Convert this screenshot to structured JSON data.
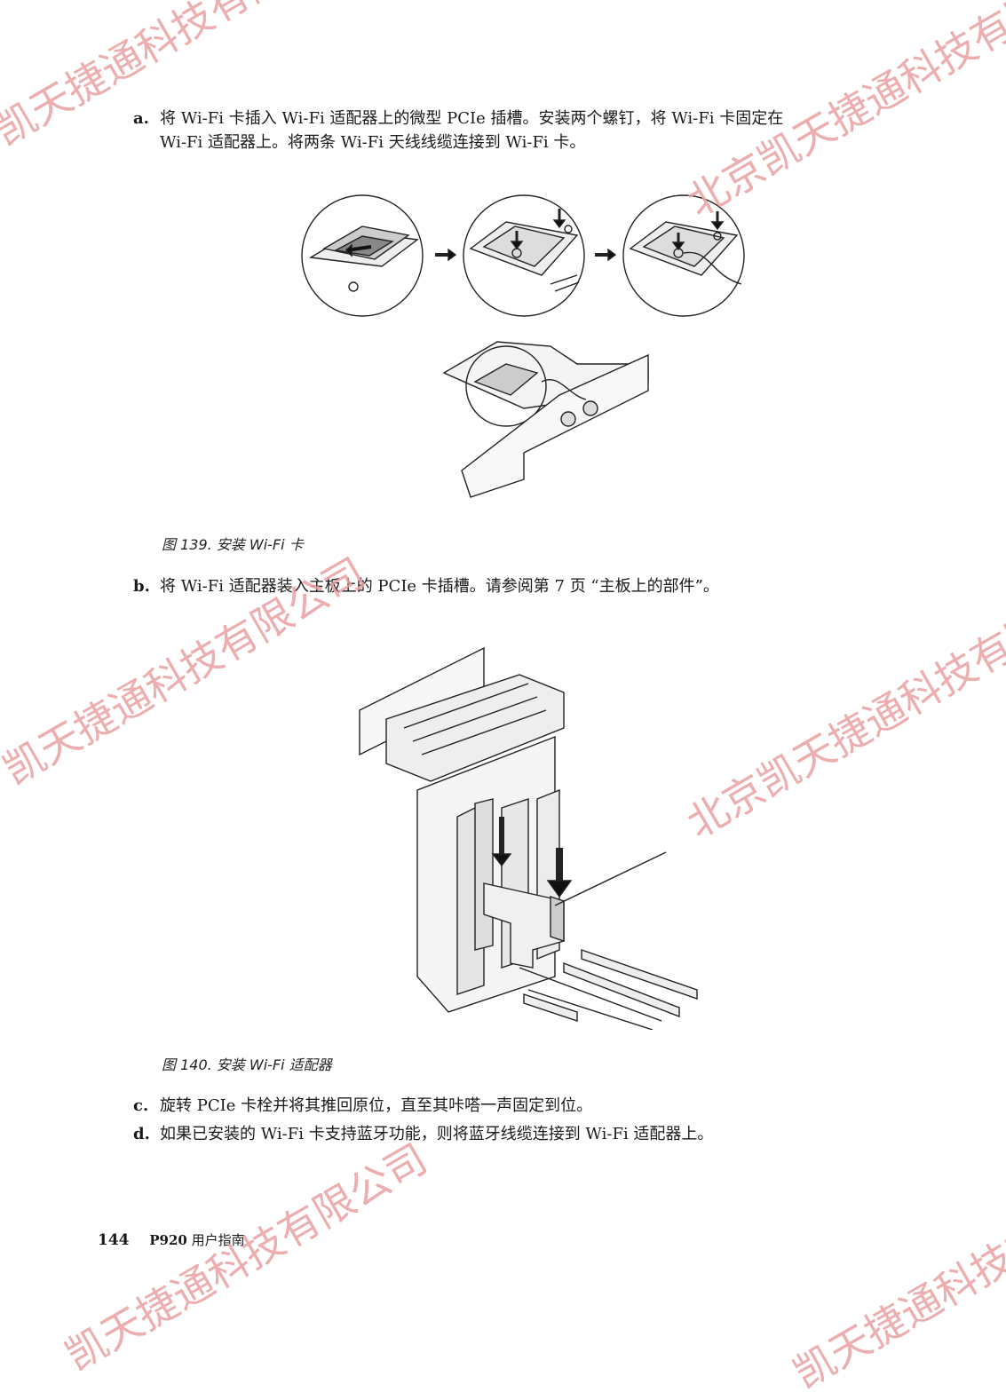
{
  "steps": {
    "a": {
      "mark": "a.",
      "line1": "将 Wi-Fi 卡插入 Wi-Fi 适配器上的微型 PCIe 插槽。安装两个螺钉，将 Wi-Fi 卡固定在",
      "line2": "Wi-Fi 适配器上。将两条 Wi-Fi 天线线缆连接到 Wi-Fi 卡。"
    },
    "b": {
      "mark": "b.",
      "text": "将 Wi-Fi 适配器装入主板上的 PCIe 卡插槽。请参阅第 7 页 “主板上的部件”。"
    },
    "c": {
      "mark": "c.",
      "text": "旋转 PCIe 卡栓并将其推回原位，直至其咔嗒一声固定到位。"
    },
    "d": {
      "mark": "d.",
      "text": "如果已安装的 Wi-Fi 卡支持蓝牙功能，则将蓝牙线缆连接到 Wi-Fi 适配器上。"
    }
  },
  "figures": {
    "fig139": {
      "caption": "图 139. 安装 Wi-Fi 卡"
    },
    "fig140": {
      "caption": "图 140. 安装 Wi-Fi 适配器"
    }
  },
  "footer": {
    "page_number": "144",
    "model": "P920",
    "guide": "用户指南"
  },
  "watermarks": [
    "凯天捷通科技有限公司",
    "北京凯天捷通科技有限公司",
    "凯天捷通科技有限公司",
    "北京凯天捷通科技有限公司",
    "凯天捷通科技有限公司",
    "凯天捷通科技有限"
  ],
  "colors": {
    "watermark": "#e9a1a1",
    "text": "#1a1a1a"
  }
}
